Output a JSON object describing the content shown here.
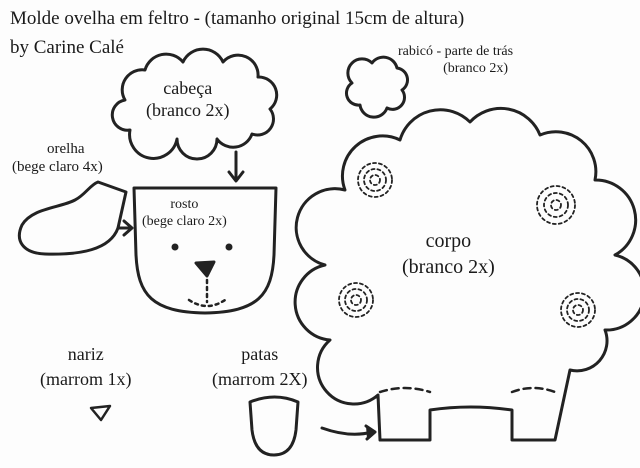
{
  "title": "Molde ovelha em feltro - (tamanho original 15cm de altura)",
  "author": "by Carine Calé",
  "pieces": {
    "cabeca": {
      "name": "cabeça",
      "detail": "(branco  2x)"
    },
    "rabico": {
      "name": "rabicó - parte de trás",
      "detail": "(branco  2x)"
    },
    "orelha": {
      "name": "orelha",
      "detail": "(bege claro 4x)"
    },
    "rosto": {
      "name": "rosto",
      "detail": "(bege claro  2x)"
    },
    "corpo": {
      "name": "corpo",
      "detail": "(branco 2x)"
    },
    "nariz": {
      "name": "nariz",
      "detail": "(marrom 1x)"
    },
    "patas": {
      "name": "patas",
      "detail": "(marrom 2X)"
    }
  }
}
